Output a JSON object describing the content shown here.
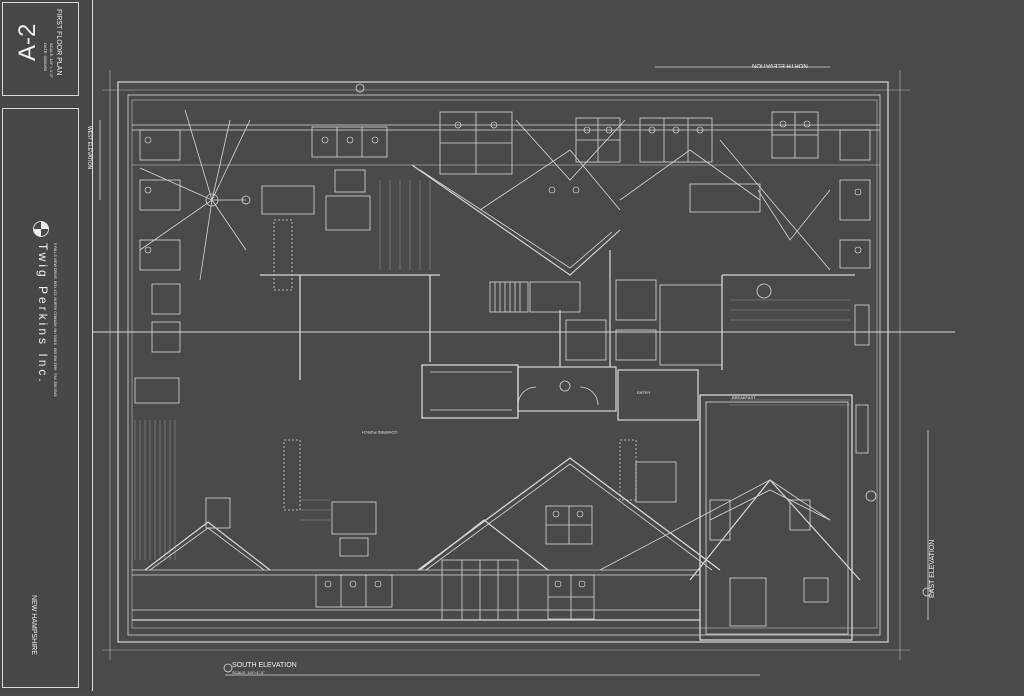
{
  "title_block": {
    "sheet_number": "A-2",
    "sheet_title": "FIRST FLOOR PLAN",
    "date_label": "DATE: 00/00/00",
    "scale_label": "SCALE: 1/4\" = 1'-0\"",
    "firm_name": "Twig Perkins Inc.",
    "firm_address": "5 FALLS VIEW DRIVE, BOX 422, NORTH CONWAY, NH 03818 · 603·356·3399 · FAX 356·5948",
    "state": "NEW HAMPSHIRE"
  },
  "drawing": {
    "north_elevation": "NORTH ELEVATION",
    "south_elevation": "SOUTH ELEVATION",
    "east_elevation": "EAST ELEVATION",
    "west_elevation": "WEST ELEVATION",
    "scale_note": "SCALE: 1/4\"=1'-0\"",
    "room_entry": "ENTRY",
    "room_breakfast": "BREAKFAST",
    "room_covered_porch": "COVERED PORCH",
    "colors": {
      "background": "#4a4a4a",
      "linework": "#e6e6e6"
    }
  }
}
